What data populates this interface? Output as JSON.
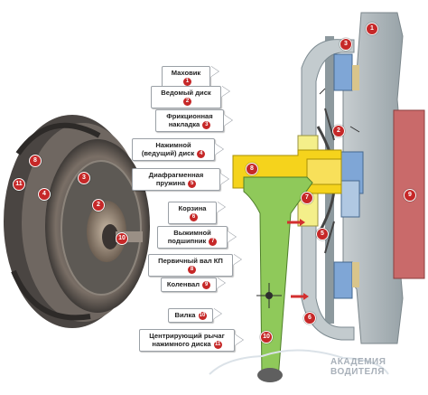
{
  "labels": [
    {
      "text": "Маховик",
      "num": "1"
    },
    {
      "text": "Ведомый диск",
      "num": "2"
    },
    {
      "text": "Фрикционная\nнакладка",
      "num": "3"
    },
    {
      "text": "Нажимной\n(ведущий) диск",
      "num": "4"
    },
    {
      "text": "Диафрагменная\nпружина",
      "num": "5"
    },
    {
      "text": "Корзина",
      "num": "6"
    },
    {
      "text": "Выжимной\nподшипник",
      "num": "7"
    },
    {
      "text": "Первичный вал КП",
      "num": "8"
    },
    {
      "text": "Коленвал",
      "num": "9"
    },
    {
      "text": "Вилка",
      "num": "10"
    },
    {
      "text": "Центрирующий рычаг\nнажимного диска",
      "num": "11"
    }
  ],
  "callouts": {
    "left": [
      "8",
      "3",
      "11",
      "4",
      "2",
      "10"
    ],
    "right": [
      "1",
      "3",
      "2",
      "9",
      "8",
      "7",
      "5",
      "6",
      "10"
    ]
  },
  "watermark": {
    "line1": "АКАДЕМИЯ",
    "line2": "ВОДИТЕЛЯ"
  },
  "colors": {
    "accent": "#c62828",
    "shaft": "#f5d31c",
    "fork": "#8fc95a",
    "crank": "#c96a6a",
    "housing": "#aab4b8"
  }
}
